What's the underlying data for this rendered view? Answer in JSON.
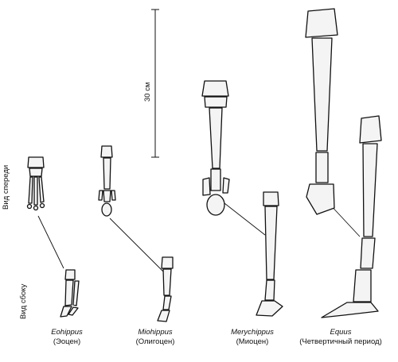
{
  "scale": {
    "label": "30 см"
  },
  "view_labels": {
    "front": "Вид спереди",
    "side": "Вид сбоку"
  },
  "specimens": [
    {
      "genus": "Eohippus",
      "period": "(Эоцен)"
    },
    {
      "genus": "Miohippus",
      "period": "(Олигоцен)"
    },
    {
      "genus": "Merychippus",
      "period": "(Миоцен)"
    },
    {
      "genus": "Equus",
      "period": "(Четвертичный период)"
    }
  ],
  "colors": {
    "ink": "#111111",
    "bone": "#f4f4f4",
    "paper": "#ffffff"
  }
}
